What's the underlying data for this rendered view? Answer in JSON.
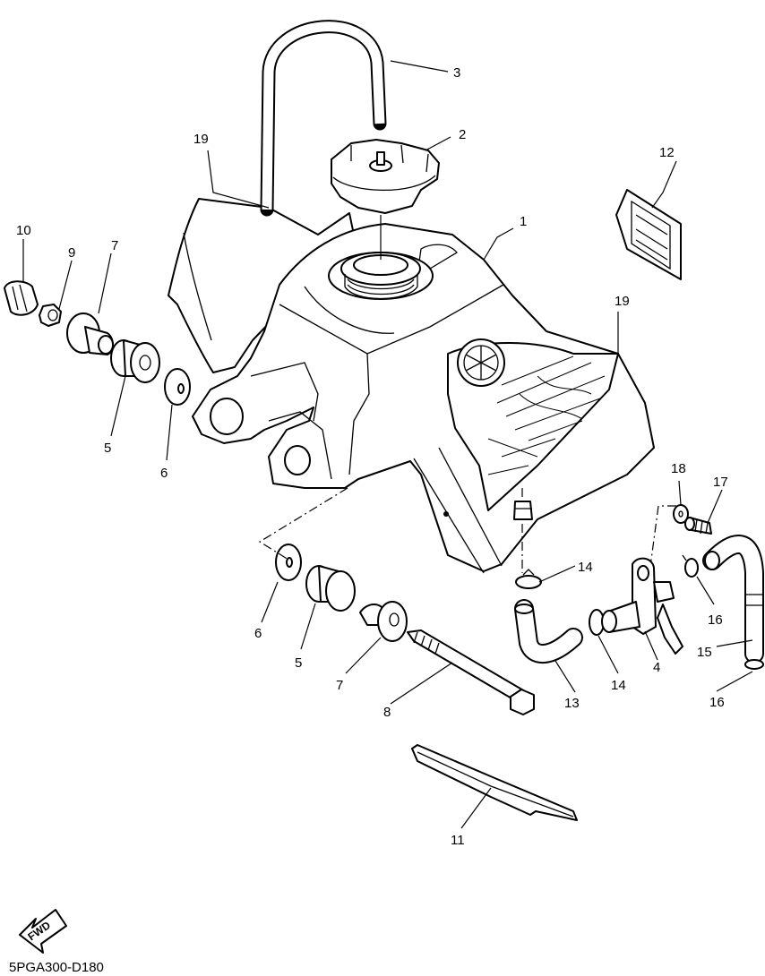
{
  "diagram_code": "5PGA300-D180",
  "fwd_label": "FWD",
  "callouts": {
    "c1": "1",
    "c2": "2",
    "c3": "3",
    "c4": "4",
    "c5a": "5",
    "c5b": "5",
    "c6a": "6",
    "c6b": "6",
    "c7a": "7",
    "c7b": "7",
    "c8": "8",
    "c9": "9",
    "c10": "10",
    "c11": "11",
    "c12": "12",
    "c13": "13",
    "c14a": "14",
    "c14b": "14",
    "c15": "15",
    "c16a": "16",
    "c16b": "16",
    "c17": "17",
    "c18": "18",
    "c19a": "19",
    "c19b": "19"
  }
}
